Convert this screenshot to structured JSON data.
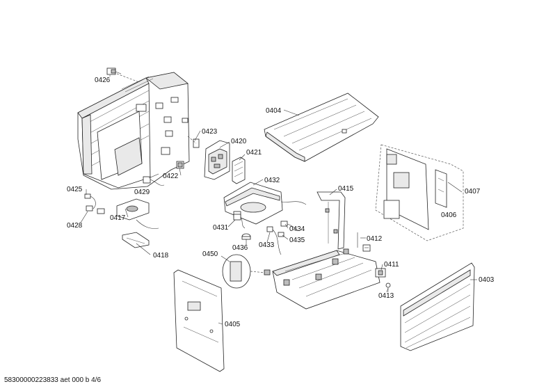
{
  "footer": {
    "document_id": "58300000223833 aet 000 b 4/6"
  },
  "parts": [
    {
      "key": "0426",
      "label": "0426"
    },
    {
      "key": "0423",
      "label": "0423"
    },
    {
      "key": "0420",
      "label": "0420"
    },
    {
      "key": "0421",
      "label": "0421"
    },
    {
      "key": "0404",
      "label": "0404"
    },
    {
      "key": "0432",
      "label": "0432"
    },
    {
      "key": "0415",
      "label": "0415"
    },
    {
      "key": "0407",
      "label": "0407"
    },
    {
      "key": "0406",
      "label": "0406"
    },
    {
      "key": "0425",
      "label": "0425"
    },
    {
      "key": "0429",
      "label": "0429"
    },
    {
      "key": "0422",
      "label": "0422"
    },
    {
      "key": "0428",
      "label": "0428"
    },
    {
      "key": "0417",
      "label": "0417"
    },
    {
      "key": "0431",
      "label": "0431"
    },
    {
      "key": "0434",
      "label": "0434"
    },
    {
      "key": "0436",
      "label": "0436"
    },
    {
      "key": "0433",
      "label": "0433"
    },
    {
      "key": "0435",
      "label": "0435"
    },
    {
      "key": "0412",
      "label": "0412"
    },
    {
      "key": "0418",
      "label": "0418"
    },
    {
      "key": "0450",
      "label": "0450"
    },
    {
      "key": "0411",
      "label": "0411"
    },
    {
      "key": "0413",
      "label": "0413"
    },
    {
      "key": "0403",
      "label": "0403"
    },
    {
      "key": "0405",
      "label": "0405"
    }
  ]
}
